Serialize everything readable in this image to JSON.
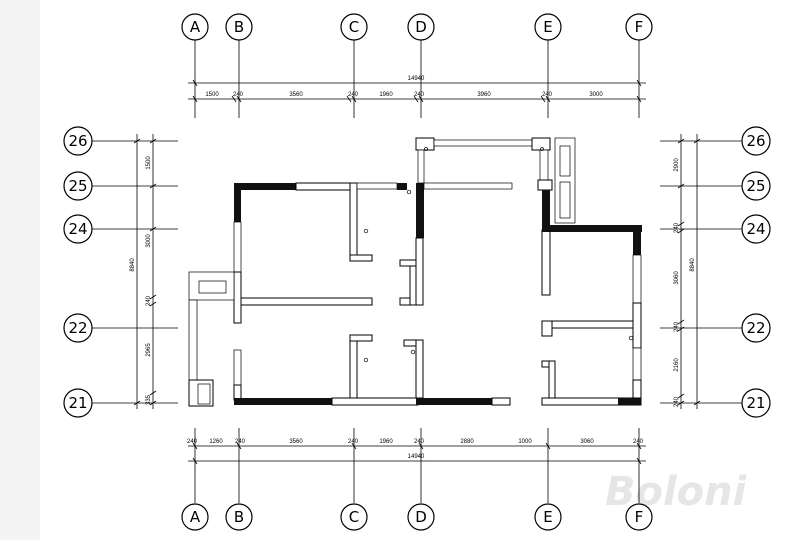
{
  "axes_columns": [
    "A",
    "B",
    "C",
    "D",
    "E",
    "F"
  ],
  "axes_rows": [
    "26",
    "25",
    "24",
    "22",
    "21"
  ],
  "top_dims": {
    "total": "14940",
    "segments": [
      "1500",
      "240",
      "3560",
      "240",
      "1960",
      "240",
      "3960",
      "240",
      "3000"
    ]
  },
  "bottom_dims": {
    "total": "14940",
    "segments": [
      "240",
      "1260",
      "240",
      "3560",
      "240",
      "1960",
      "240",
      "2880",
      "1000",
      "3060",
      "240"
    ]
  },
  "left_dims": {
    "total": "8840",
    "segments": [
      "1500",
      "3000",
      "240",
      "2965",
      "335"
    ]
  },
  "right_dims": {
    "total": "8840",
    "segments": [
      "2900",
      "240",
      "3060",
      "240",
      "2160",
      "240"
    ]
  },
  "watermark": "Boloni"
}
